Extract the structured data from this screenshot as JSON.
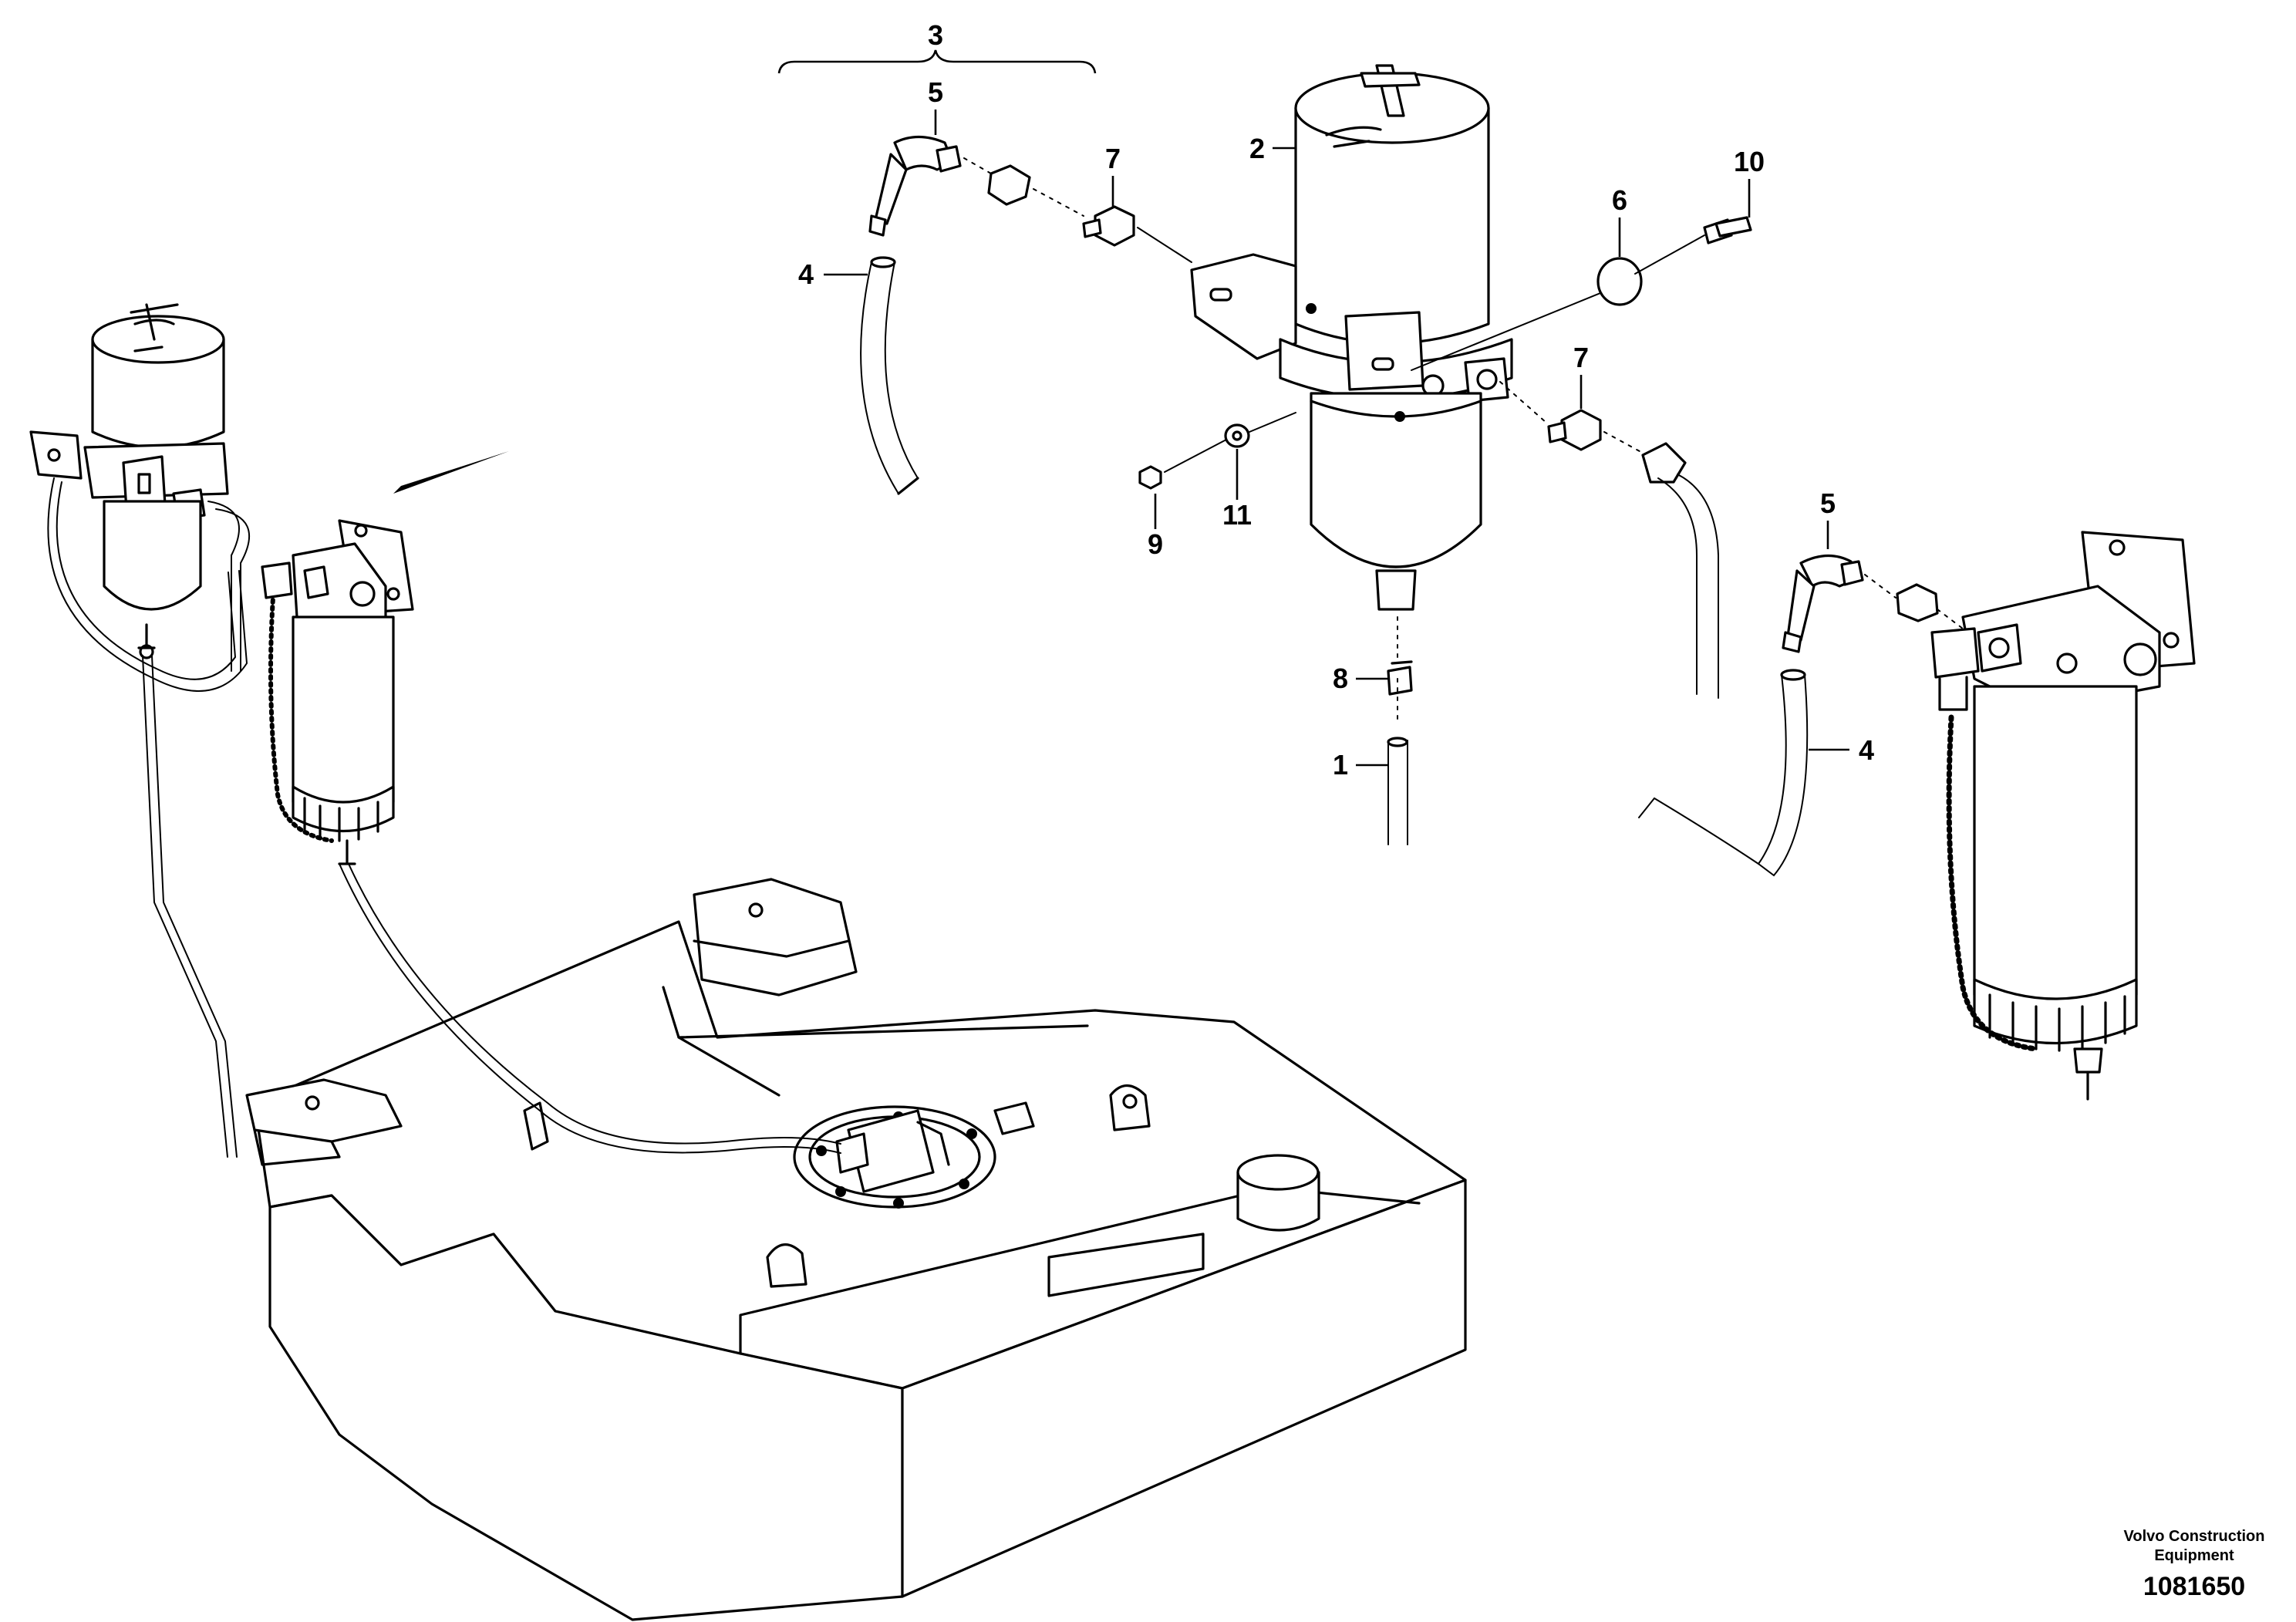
{
  "callouts": [
    {
      "id": "c3",
      "label": "3"
    },
    {
      "id": "c5a",
      "label": "5"
    },
    {
      "id": "c7a",
      "label": "7"
    },
    {
      "id": "c2",
      "label": "2"
    },
    {
      "id": "c10",
      "label": "10"
    },
    {
      "id": "c6",
      "label": "6"
    },
    {
      "id": "c4a",
      "label": "4"
    },
    {
      "id": "c7b",
      "label": "7"
    },
    {
      "id": "c9",
      "label": "9"
    },
    {
      "id": "c11",
      "label": "11"
    },
    {
      "id": "c5b",
      "label": "5"
    },
    {
      "id": "c8",
      "label": "8"
    },
    {
      "id": "c1",
      "label": "1"
    },
    {
      "id": "c4b",
      "label": "4"
    }
  ],
  "footer": {
    "brand_line1": "Volvo Construction",
    "brand_line2": "Equipment",
    "drawing_number": "1081650"
  },
  "icons": [
    "fuel-filter-icon",
    "fuel-tank-icon",
    "hose-icon"
  ]
}
